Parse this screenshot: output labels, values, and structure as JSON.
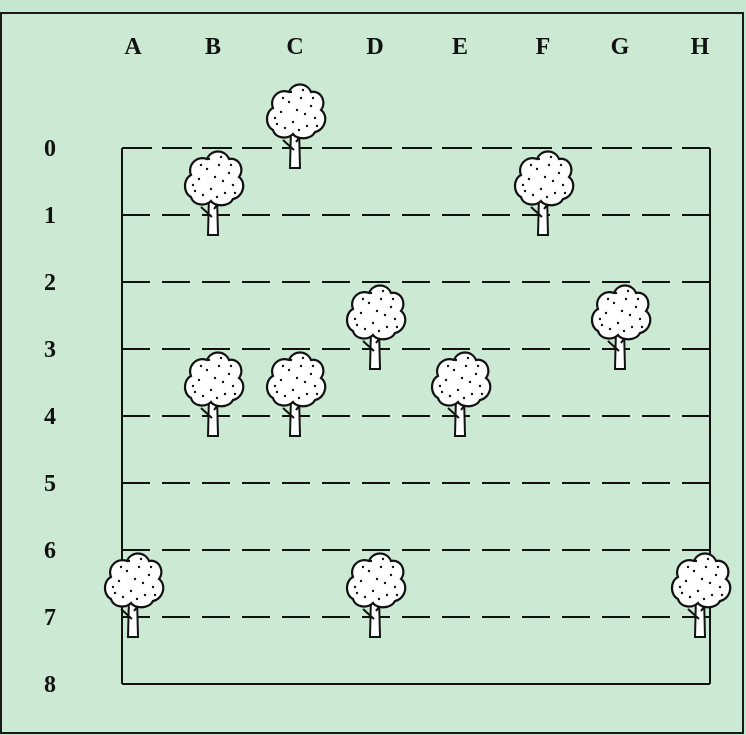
{
  "column_labels": [
    "A",
    "B",
    "C",
    "D",
    "E",
    "F",
    "G",
    "H"
  ],
  "row_labels": [
    "0",
    "1",
    "2",
    "3",
    "4",
    "5",
    "6",
    "7",
    "8"
  ],
  "trees": [
    {
      "col": "C",
      "row": 0
    },
    {
      "col": "B",
      "row": 1
    },
    {
      "col": "F",
      "row": 1
    },
    {
      "col": "D",
      "row": 3
    },
    {
      "col": "G",
      "row": 3
    },
    {
      "col": "B",
      "row": 4
    },
    {
      "col": "C",
      "row": 4
    },
    {
      "col": "E",
      "row": 4
    },
    {
      "col": "A",
      "row": 7
    },
    {
      "col": "D",
      "row": 7
    },
    {
      "col": "H",
      "row": 7
    }
  ],
  "colors": {
    "background": "#cbe9d3",
    "ink": "#111111",
    "foliage": "#ffffff"
  },
  "icons": {
    "tree": "tree-icon"
  }
}
